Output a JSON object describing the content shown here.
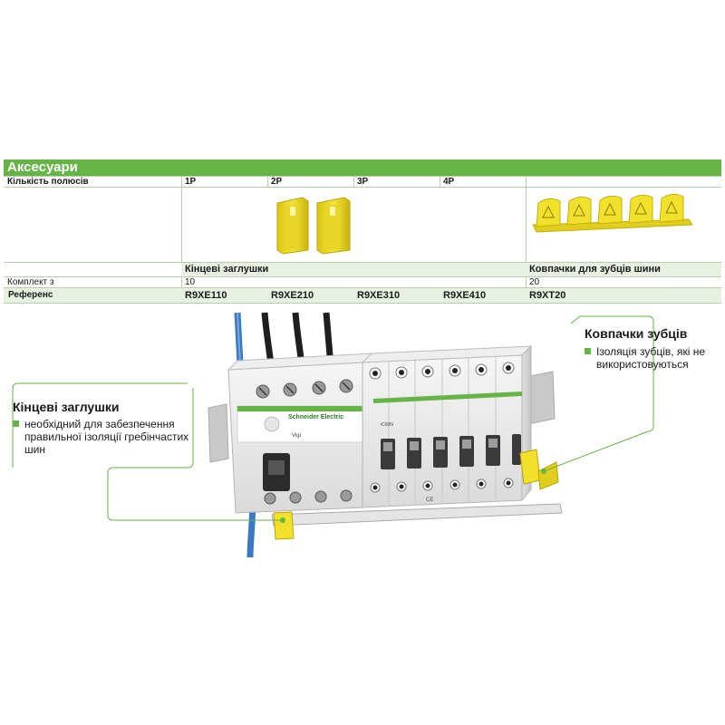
{
  "table": {
    "title": "Аксесуари",
    "poles_label": "Кількість полюсів",
    "poles": [
      "1P",
      "2P",
      "3P",
      "4P"
    ],
    "end_caps_name": "Кінцеві заглушки",
    "teeth_caps_name": "Ковпачки для зубців шини",
    "set_label": "Комплект з",
    "end_caps_set": "10",
    "teeth_caps_set": "20",
    "reference_label": "Референс",
    "refs": [
      "R9XE110",
      "R9XE210",
      "R9XE310",
      "R9XE410",
      "R9XT20"
    ]
  },
  "illustration": {
    "brand": "Schneider Electric",
    "model": "iC60N",
    "rcd_label": "Vigi",
    "ce_mark": "CE"
  },
  "callouts": {
    "teeth_caps": {
      "title": "Ковпачки зубців",
      "item": "Ізоляція зубців, які не використовуються"
    },
    "end_caps": {
      "title": "Кінцеві заглушки",
      "item": "необхідний для забезпечення правильної ізоляції гребінчастих шин"
    }
  },
  "colors": {
    "accent_green": "#66b346",
    "light_green": "#e8f0e2",
    "cap_yellow": "#f2e12b",
    "wire_blue": "#3a79c2",
    "wire_black": "#1e1e1e"
  }
}
